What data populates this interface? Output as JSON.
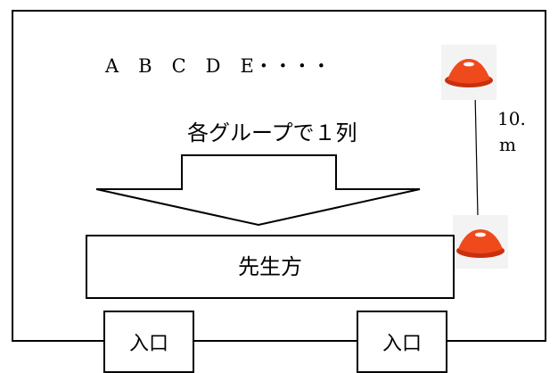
{
  "line_label": "A　B　C　D　E・・・・",
  "group_instruction": "各グループで１列",
  "distance": {
    "number": "10.",
    "unit": "m"
  },
  "teachers_label": "先生方",
  "entrances": [
    {
      "label": "入口"
    },
    {
      "label": "入口"
    }
  ],
  "cone_color": "#e8441a"
}
